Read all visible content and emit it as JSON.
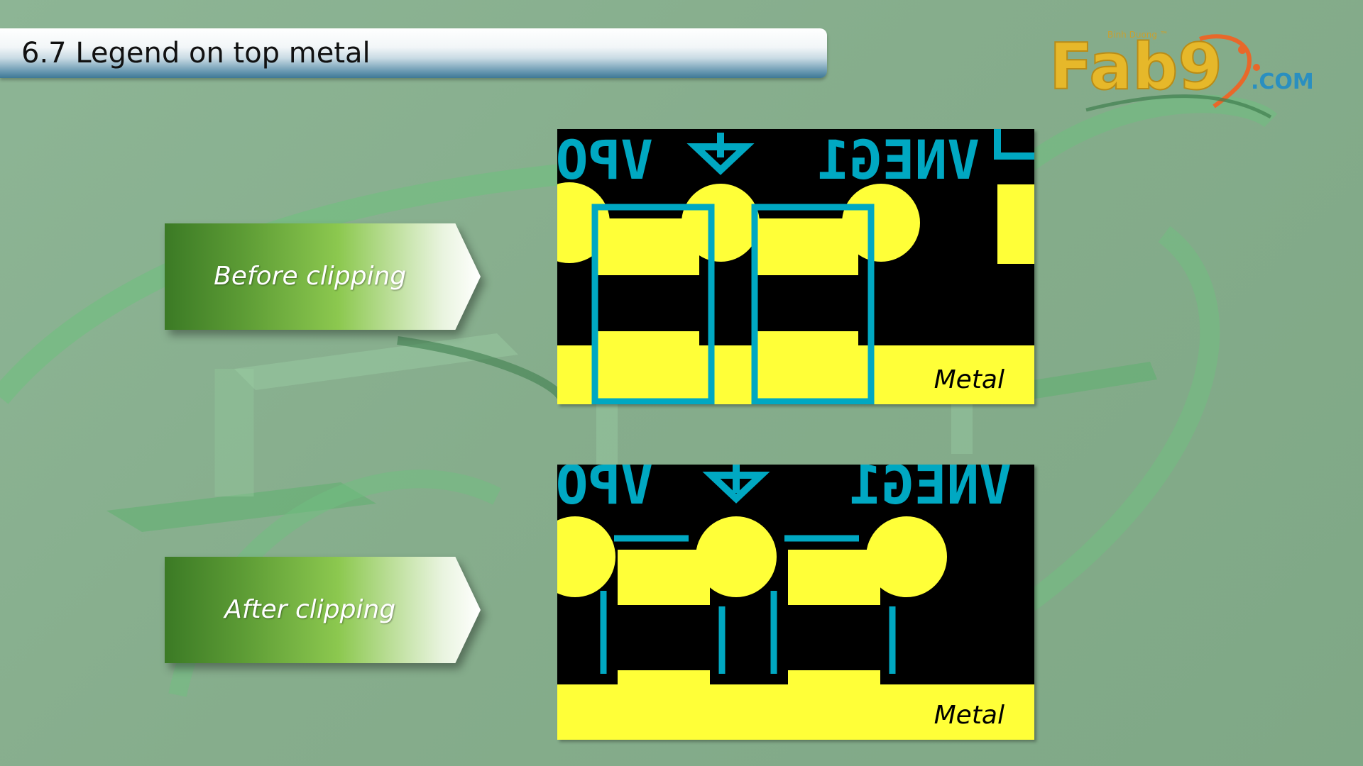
{
  "title": "6.7 Legend on top metal",
  "logo": {
    "tagline": "Binh Duong ™",
    "wordmark": "Fab9",
    "domain": ".COM",
    "colors": {
      "wordmark": "#e6b82a",
      "accent": "#e8682a",
      "domain": "#2a8fc0"
    }
  },
  "labels": {
    "before": "Before clipping",
    "after": "After clipping"
  },
  "panels": {
    "before": {
      "legend_text": [
        "VPO",
        "VNEG1"
      ],
      "metal_label": "Metal"
    },
    "after": {
      "legend_text": [
        "VPO",
        "VNEG1"
      ],
      "metal_label": "Metal"
    }
  },
  "colors": {
    "metal": "#ffff38",
    "legend": "#00a8c2",
    "substrate": "#000000"
  }
}
